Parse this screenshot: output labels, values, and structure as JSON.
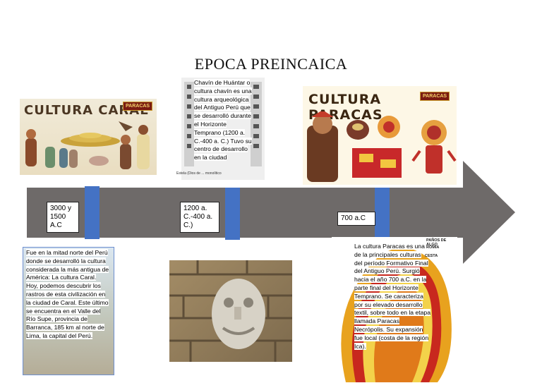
{
  "title": "EPOCA PREINCAICA",
  "colors": {
    "arrow": "#6e6a69",
    "marker": "#4472c4"
  },
  "timeline": {
    "dates": [
      "3000 y 1500 A.C",
      "1200 a. C.-400 a. C.)",
      "700 a.C"
    ]
  },
  "caral": {
    "image_title": "CULTURA CARAL",
    "brand": "PARACAS",
    "description": "Fue en la mitad norte del Perú donde se desarrolló la cultura considerada la más antigua de América: La cultura Caral. Hoy, podemos descubrir los rastros de esta civilización en la ciudad de Caral. Este último se encuentra en el Valle del Río Supe, provincia de Barranca, 185 km al norte de Lima, la capital del Perú."
  },
  "chavin": {
    "description": "Chavín de Huántar o cultura chavín es una cultura arqueológica del Antiguo Perú que se desarrolló durante el Horizonte Temprano (1200 a. C.-400 a. C.) Tuvo su centro de desarrollo en la ciudad",
    "caption": "Estela (Dios de ... monolítico"
  },
  "paracas": {
    "image_title": "CULTURA PARACAS",
    "brand": "PARACAS",
    "description": "La cultura Paracas es una de la principales culturas del período Formativo Final del Antiguo Perú. Surgió hacia el año 700 a.C. en la parte final del Horizonte Temprano. Se caracteriza por su elevado desarrollo textil, sobre todo en la etapa llamada Paracas Necrópolis. Su expansión fue local (costa de la región Ica).",
    "textile_labels": [
      "PAÑOS DE ALGO",
      "ROMIA",
      "CESTA"
    ]
  }
}
